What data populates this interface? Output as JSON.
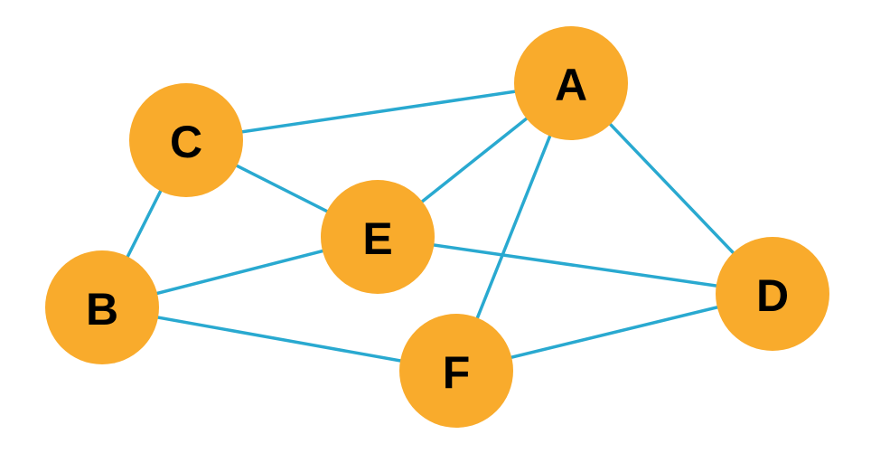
{
  "colors": {
    "background": "#ffffff",
    "edge": "#29a9d0",
    "node_fill": "#f9ab2c",
    "label": "#000000"
  },
  "nodes": [
    {
      "id": "A",
      "label": "A"
    },
    {
      "id": "B",
      "label": "B"
    },
    {
      "id": "C",
      "label": "C"
    },
    {
      "id": "D",
      "label": "D"
    },
    {
      "id": "E",
      "label": "E"
    },
    {
      "id": "F",
      "label": "F"
    }
  ],
  "edges": [
    {
      "from": "C",
      "to": "A"
    },
    {
      "from": "C",
      "to": "E"
    },
    {
      "from": "C",
      "to": "B"
    },
    {
      "from": "A",
      "to": "E"
    },
    {
      "from": "A",
      "to": "D"
    },
    {
      "from": "A",
      "to": "F"
    },
    {
      "from": "E",
      "to": "B"
    },
    {
      "from": "E",
      "to": "D"
    },
    {
      "from": "B",
      "to": "F"
    },
    {
      "from": "F",
      "to": "D"
    }
  ]
}
